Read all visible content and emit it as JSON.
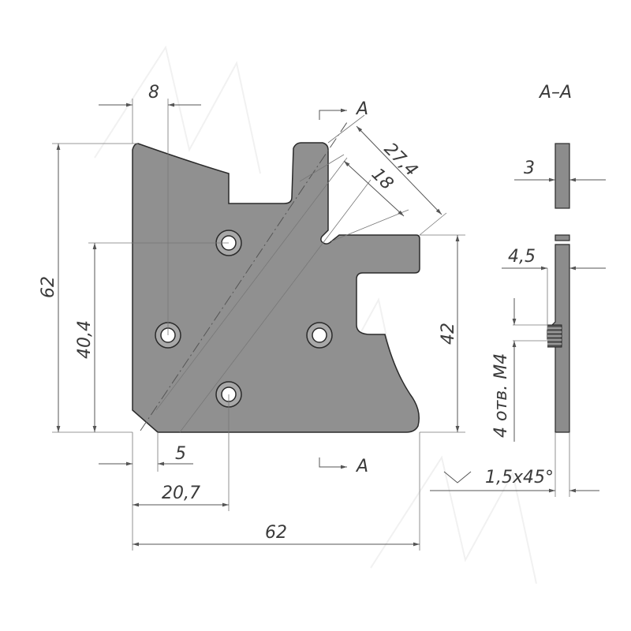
{
  "drawing": {
    "section_label": "A–A",
    "cut_mark": "A",
    "colors": {
      "part": "#909090",
      "part_edge": "#2a2a2a",
      "dim": "#555555",
      "hole": "#ffffff",
      "section": "#8c8c8c"
    },
    "watermark_text": "MMM"
  },
  "dims": {
    "d8": "8",
    "d62_vertical": "62",
    "d40_4": "40,4",
    "d42": "42",
    "d27_4": "27,4",
    "d18": "18",
    "d5": "5",
    "d20_7": "20,7",
    "d62_horizontal": "62",
    "d3": "3",
    "d4_5": "4,5",
    "holes_note": "4 отв. M4",
    "chamfer": "1,5x45°"
  }
}
